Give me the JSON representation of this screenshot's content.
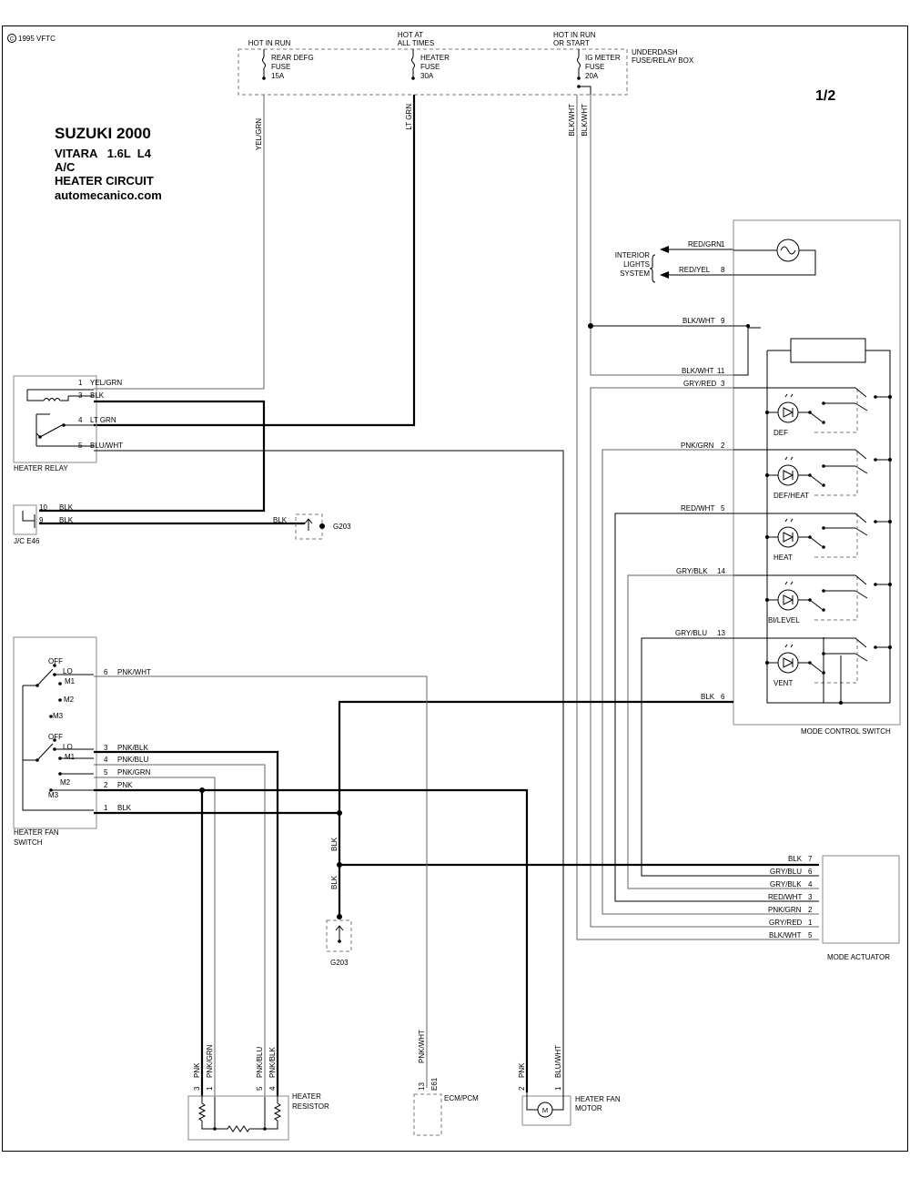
{
  "copyright": "1995 VFTC",
  "copyright_symbol": "C",
  "page": "1/2",
  "title": {
    "line1": "SUZUKI 2000",
    "line2": "VITARA   1.6L  L4",
    "line3": "A/C",
    "line4": "HEATER CIRCUIT",
    "line5": "automecanico.com"
  },
  "fuse_box": {
    "label1": "UNDERDASH",
    "label2": "FUSE/RELAY BOX",
    "f1": {
      "hot1": "HOT IN RUN",
      "name1": "REAR DEFG",
      "name2": "FUSE",
      "amp": "15A",
      "wire": "YEL/GRN"
    },
    "f2": {
      "hot1": "HOT AT",
      "hot2": "ALL TIMES",
      "name1": "HEATER",
      "name2": "FUSE",
      "amp": "30A",
      "wire": "LT GRN"
    },
    "f3": {
      "hot1": "HOT IN RUN",
      "hot2": "OR START",
      "name1": "IG METER",
      "name2": "FUSE",
      "amp": "20A",
      "wire_a": "BLK/WHT",
      "wire_b": "BLK/WHT"
    }
  },
  "heater_relay": {
    "label": "HEATER RELAY",
    "pins": [
      {
        "n": "1",
        "w": "YEL/GRN"
      },
      {
        "n": "3",
        "w": "BLK"
      },
      {
        "n": "4",
        "w": "LT GRN"
      },
      {
        "n": "5",
        "w": "BLU/WHT"
      }
    ]
  },
  "jc": {
    "label": "J/C E46",
    "p10": "10",
    "w10": "BLK",
    "p9": "9",
    "w9": "BLK",
    "wire_ground": "BLK",
    "ground": "G203"
  },
  "interior": {
    "l1": "INTERIOR",
    "l2": "LIGHTS",
    "l3": "SYSTEM"
  },
  "mode_switch": {
    "label": "MODE CONTROL SWITCH",
    "pins": [
      {
        "n": "1",
        "w": "RED/GRN"
      },
      {
        "n": "8",
        "w": "RED/YEL"
      },
      {
        "n": "9",
        "w": "BLK/WHT"
      },
      {
        "n": "11",
        "w": "BLK/WHT"
      },
      {
        "n": "3",
        "w": "GRY/RED"
      },
      {
        "n": "2",
        "w": "PNK/GRN"
      },
      {
        "n": "5",
        "w": "RED/WHT"
      },
      {
        "n": "14",
        "w": "GRY/BLK"
      },
      {
        "n": "13",
        "w": "GRY/BLU"
      },
      {
        "n": "6",
        "w": "BLK"
      }
    ],
    "modes": [
      "DEF",
      "DEF/HEAT",
      "HEAT",
      "BI/LEVEL",
      "VENT"
    ]
  },
  "fan_switch": {
    "label1": "HEATER FAN",
    "label2": "SWITCH",
    "pos_a": [
      "OFF",
      "LO",
      "M1",
      "M2",
      "M3"
    ],
    "pos_b": [
      "OFF",
      "LO",
      "M1",
      "M2",
      "M3"
    ],
    "pins": [
      {
        "n": "6",
        "w": "PNK/WHT"
      },
      {
        "n": "3",
        "w": "PNK/BLK"
      },
      {
        "n": "4",
        "w": "PNK/BLU"
      },
      {
        "n": "5",
        "w": "PNK/GRN"
      },
      {
        "n": "2",
        "w": "PNK"
      },
      {
        "n": "1",
        "w": "BLK"
      }
    ]
  },
  "ground2": {
    "w1": "BLK",
    "w2": "BLK",
    "label": "G203"
  },
  "mode_actuator": {
    "label": "MODE ACTUATOR",
    "pins": [
      {
        "w": "BLK",
        "n": "7"
      },
      {
        "w": "GRY/BLU",
        "n": "6"
      },
      {
        "w": "GRY/BLK",
        "n": "4"
      },
      {
        "w": "RED/WHT",
        "n": "3"
      },
      {
        "w": "PNK/GRN",
        "n": "2"
      },
      {
        "w": "GRY/RED",
        "n": "1"
      },
      {
        "w": "BLK/WHT",
        "n": "5"
      }
    ]
  },
  "resistor": {
    "label1": "HEATER",
    "label2": "RESISTOR",
    "pins": [
      {
        "n": "3",
        "w": "PNK"
      },
      {
        "n": "1",
        "w": "PNK/GRN"
      },
      {
        "n": "5",
        "w": "PNK/BLU"
      },
      {
        "n": "4",
        "w": "PNK/BLK"
      }
    ]
  },
  "ecm": {
    "label": "ECM/PCM",
    "n": "13",
    "conn": "E61",
    "w": "PNK/WHT"
  },
  "motor": {
    "label1": "HEATER FAN",
    "label2": "MOTOR",
    "sym": "M",
    "pins": [
      {
        "n": "2",
        "w": "PNK"
      },
      {
        "n": "1",
        "w": "BLU/WHT"
      }
    ]
  }
}
